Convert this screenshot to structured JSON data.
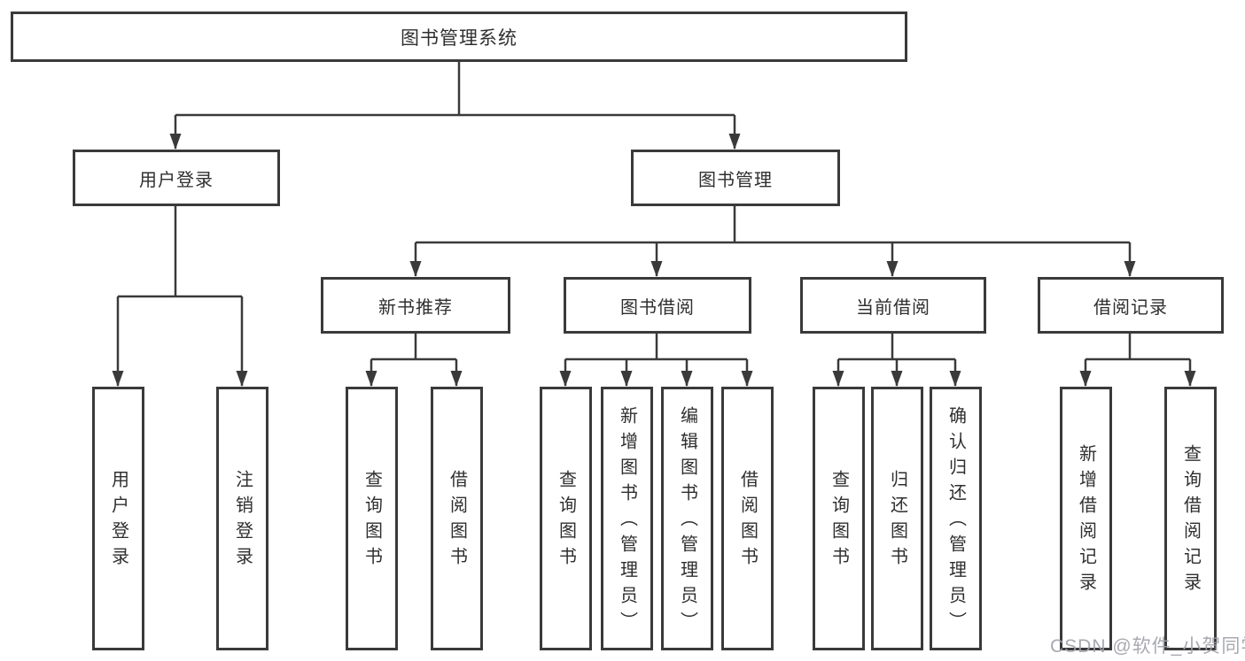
{
  "diagram_type": "hierarchy-tree",
  "tree": {
    "label": "图书管理系统",
    "children": [
      {
        "label": "用户登录",
        "children": [
          {
            "label": "用户登录"
          },
          {
            "label": "注销登录"
          }
        ]
      },
      {
        "label": "图书管理",
        "children": [
          {
            "label": "新书推荐",
            "children": [
              {
                "label": "查询图书"
              },
              {
                "label": "借阅图书"
              }
            ]
          },
          {
            "label": "图书借阅",
            "children": [
              {
                "label": "查询图书"
              },
              {
                "label": "新增图书（管理员）"
              },
              {
                "label": "编辑图书（管理员）"
              },
              {
                "label": "借阅图书"
              }
            ]
          },
          {
            "label": "当前借阅",
            "children": [
              {
                "label": "查询图书"
              },
              {
                "label": "归还图书"
              },
              {
                "label": "确认归还（管理员）"
              }
            ]
          },
          {
            "label": "借阅记录",
            "children": [
              {
                "label": "新增借阅记录"
              },
              {
                "label": "查询借阅记录"
              }
            ]
          }
        ]
      }
    ]
  },
  "watermark": "CSDN @软件_小贺同学",
  "colors": {
    "line": "#3a3a3a",
    "box_border": "#3a3a3a",
    "text": "#2f2f2f",
    "watermark": "#9fa0a8",
    "background": "#ffffff"
  }
}
